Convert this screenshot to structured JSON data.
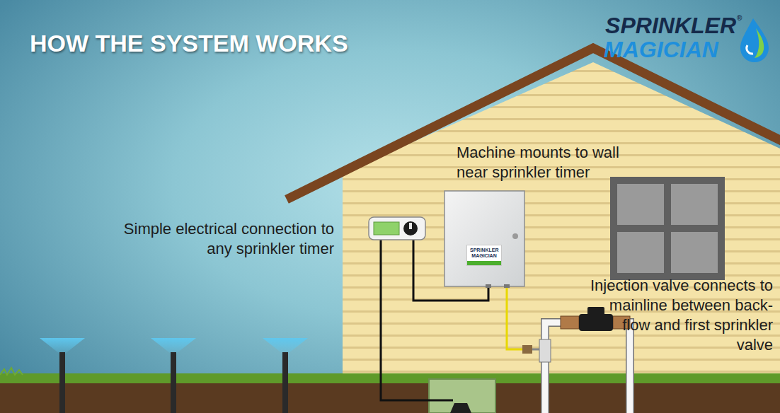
{
  "diagram": {
    "title": "HOW THE SYSTEM WORKS",
    "nodes": [
      {
        "text": [
          "SPRINKLER MAGICIAN"
        ]
      }
    ],
    "labels": [
      "SPRINKLER",
      "®",
      "MAGICIAN",
      "Machine mounts to wall near sprinkler timer",
      "Simple electrical connection to any sprinkler timer",
      "Injection valve connects to mainline between back-flow and first sprinkler valve"
    ]
  }
}
